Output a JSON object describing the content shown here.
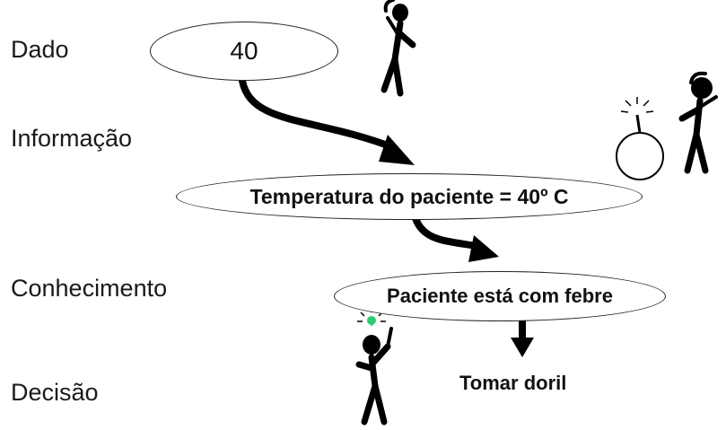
{
  "levels": {
    "dado": "Dado",
    "informacao": "Informação",
    "conhecimento": "Conhecimento",
    "decisao": "Decisão"
  },
  "nodes": {
    "dado_value": "40",
    "informacao_value": "Temperatura do paciente = 40º C",
    "conhecimento_value": "Paciente está com febre",
    "decisao_value": "Tomar doril"
  },
  "colors": {
    "bulb": "#2ecc71"
  }
}
